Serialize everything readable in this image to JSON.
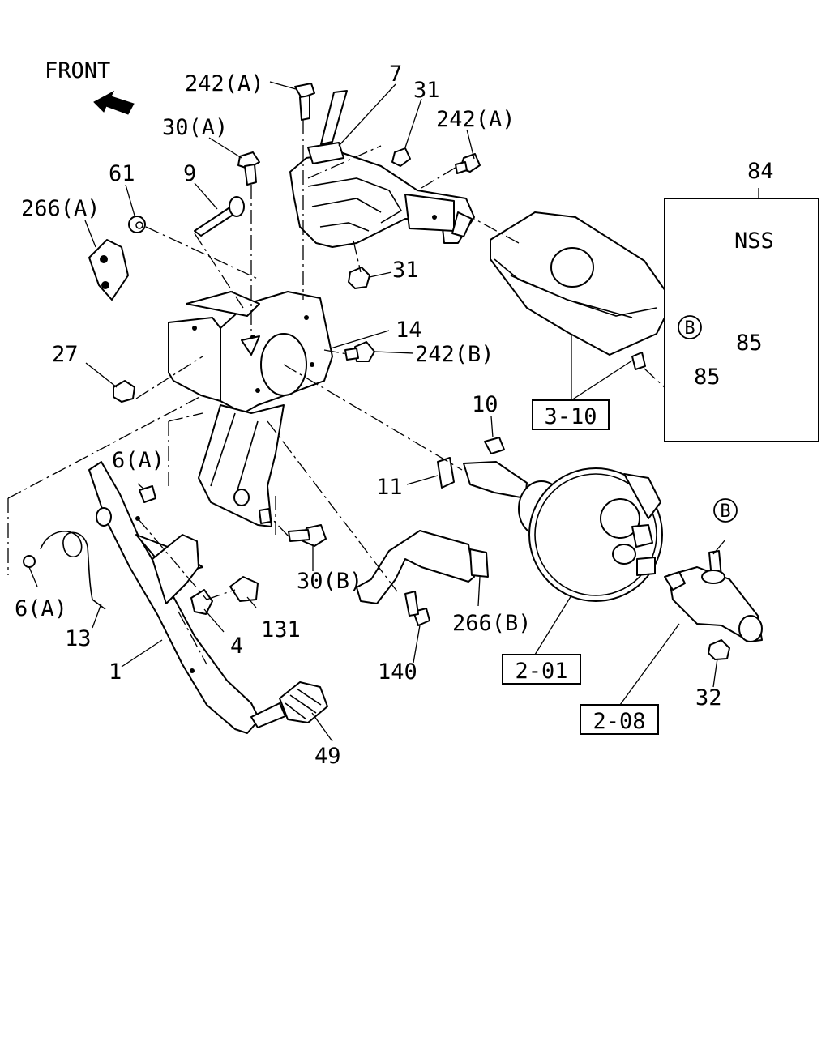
{
  "orientation_label": "FRONT",
  "nss_label": "NSS",
  "callouts": {
    "b_upper": "B",
    "b_lower": "B"
  },
  "part_labels": {
    "p242a_top": "242(A)",
    "p7": "7",
    "p31_top": "31",
    "p242a_right": "242(A)",
    "p30a": "30(A)",
    "p61": "61",
    "p9": "9",
    "p266a": "266(A)",
    "p84": "84",
    "p31_mid": "31",
    "p14": "14",
    "p27": "27",
    "p242b": "242(B)",
    "p85_upper": "85",
    "p85_lower": "85",
    "p10": "10",
    "p6a_upper": "6(A)",
    "p11": "11",
    "p30b": "30(B)",
    "p6a_lower": "6(A)",
    "p131": "131",
    "p266b": "266(B)",
    "p13": "13",
    "p4": "4",
    "p1": "1",
    "p140": "140",
    "p32": "32",
    "p49": "49"
  },
  "reference_boxes": {
    "r3_10": "3-10",
    "r2_01": "2-01",
    "r2_08": "2-08"
  }
}
